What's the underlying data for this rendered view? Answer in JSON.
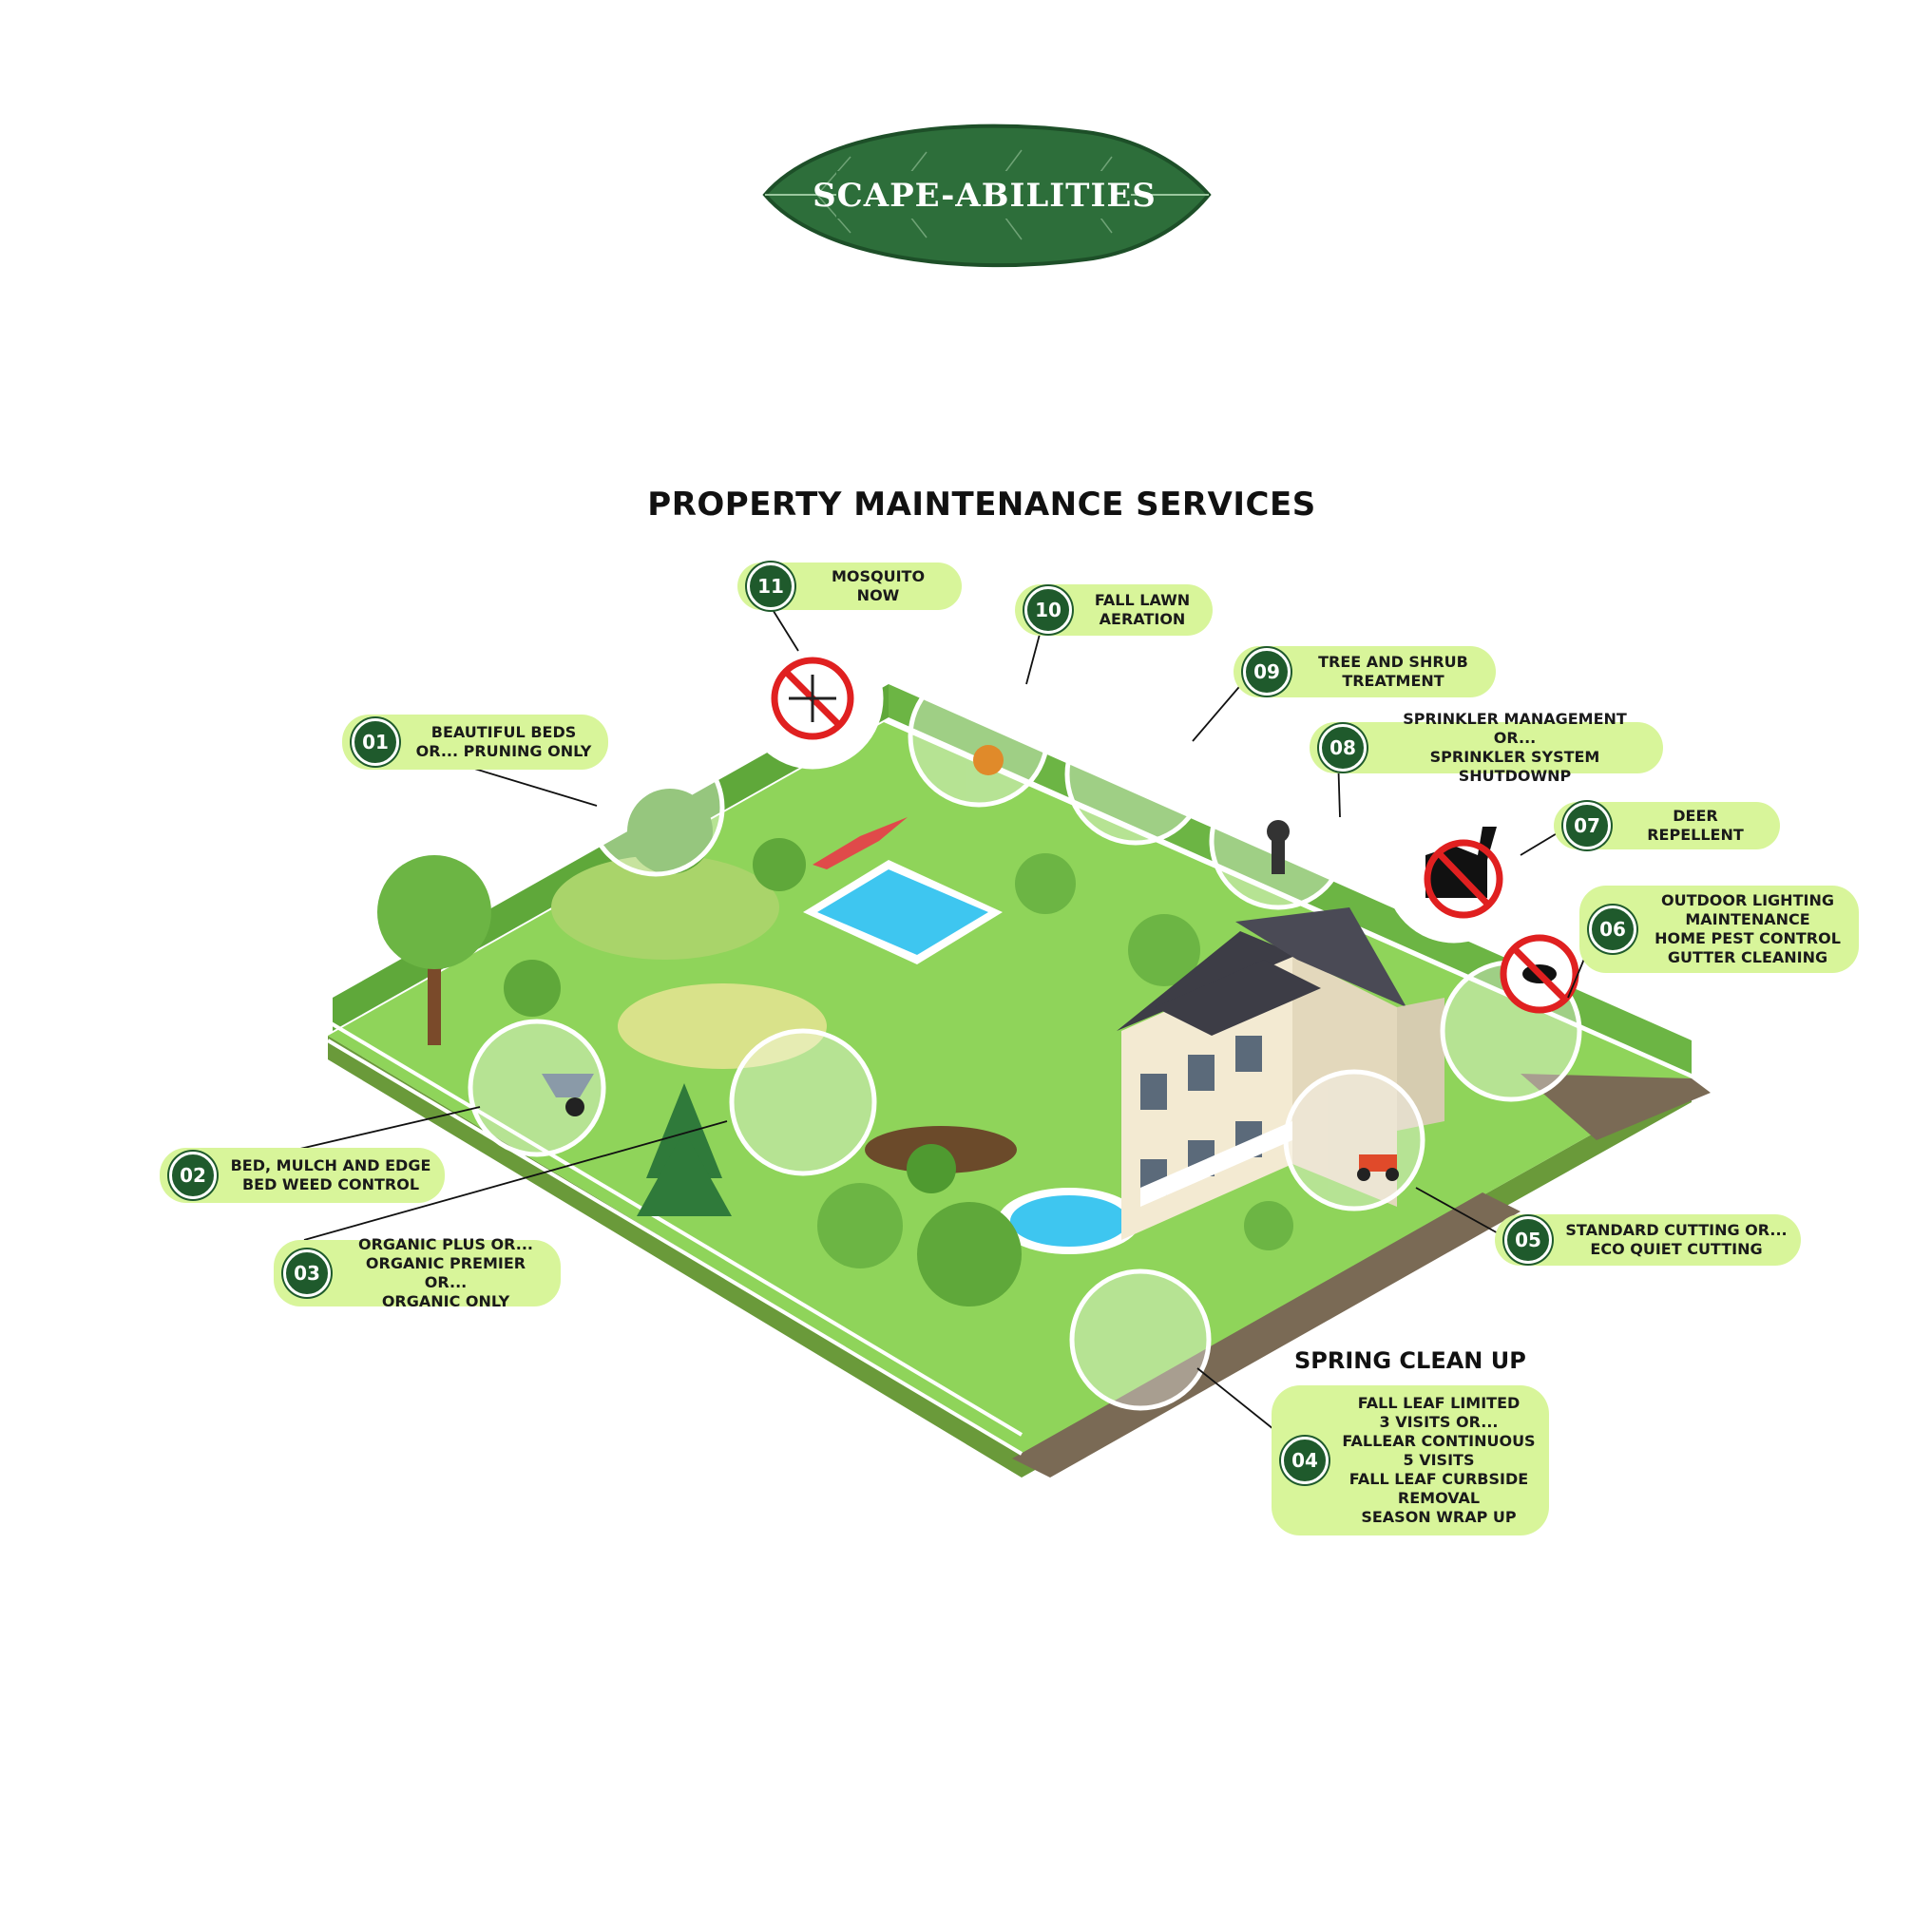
{
  "logo": {
    "text": "SCAPE-ABILITIES",
    "colors": {
      "leaf": "#2d6e3a",
      "leaf_edge": "#1d4f28",
      "text": "#ffffff"
    }
  },
  "page_title": "PROPERTY MAINTENANCE SERVICES",
  "colors": {
    "callout_bg": "#d8f59a",
    "badge_bg": "#1f5a2c",
    "lawn": "#8fd45a",
    "hedge": "#5fa83a",
    "pool": "#3ec6f0",
    "house_wall": "#f3ead2",
    "house_roof": "#3d3d46",
    "fence": "#ffffff",
    "path": "#7a6a55"
  },
  "callouts": [
    {
      "id": "01",
      "lines": [
        "BEAUTIFUL BEDS",
        "OR... PRUNING ONLY"
      ]
    },
    {
      "id": "02",
      "lines": [
        "BED, MULCH AND EDGE",
        "BED WEED CONTROL"
      ]
    },
    {
      "id": "03",
      "lines": [
        "ORGANIC PLUS OR...",
        "ORGANIC PREMIER OR...",
        "ORGANIC ONLY"
      ]
    },
    {
      "id": "04",
      "lines": [
        "FALL LEAF LIMITED",
        "3 VISITS OR...",
        "FALLEAR CONTINUOUS",
        "5 VISITS",
        "FALL LEAF CURBSIDE",
        "REMOVAL",
        "SEASON WRAP UP"
      ]
    },
    {
      "id": "05",
      "lines": [
        "STANDARD CUTTING OR...",
        "ECO QUIET CUTTING"
      ]
    },
    {
      "id": "06",
      "lines": [
        "OUTDOOR LIGHTING",
        "MAINTENANCE",
        "HOME PEST CONTROL",
        "GUTTER CLEANING"
      ]
    },
    {
      "id": "07",
      "lines": [
        "DEER REPELLENT"
      ]
    },
    {
      "id": "08",
      "lines": [
        "SPRINKLER MANAGEMENT OR...",
        "SPRINKLER SYSTEM SHUTDOWNP"
      ]
    },
    {
      "id": "09",
      "lines": [
        "TREE AND SHRUB",
        "TREATMENT"
      ]
    },
    {
      "id": "10",
      "lines": [
        "FALL LAWN",
        "AERATION"
      ]
    },
    {
      "id": "11",
      "lines": [
        "MOSQUITO NOW"
      ]
    }
  ],
  "spring_heading": "SPRING CLEAN UP",
  "icons": {
    "logo": "leaf-logo-icon",
    "mosquito": "mosquito-prohibited-icon",
    "deer": "deer-prohibited-icon",
    "pest": "ant-prohibited-icon",
    "sprinkler": "sprinkler-icon",
    "mower": "lawn-mower-icon",
    "wheelbarrow": "wheelbarrow-icon",
    "leaf_blower": "leaf-blower-icon"
  }
}
